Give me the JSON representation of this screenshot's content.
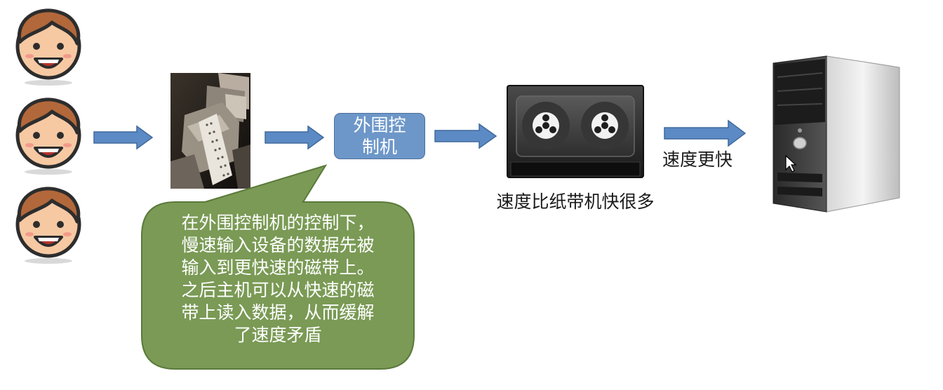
{
  "controller": {
    "line1": "外围控",
    "line2": "制机"
  },
  "bubble": {
    "lines": [
      "在外围控制机的控制下，",
      "慢速输入设备的数据先被",
      "输入到更快速的磁带上。",
      "之后主机可以从快速的磁",
      "带上读入数据，从而缓解",
      "了速度矛盾"
    ]
  },
  "tape_label": "速度比纸带机快很多",
  "faster_label": "速度更快",
  "icons": {
    "users": [
      "person-face-icon",
      "person-face-icon",
      "person-face-icon"
    ],
    "input_device": "tape-printer-photo",
    "storage": "magnetic-tape-icon",
    "host": "computer-tower-icon"
  },
  "colors": {
    "arrow": "#5b8ac4",
    "controller": "#6d97c9",
    "bubble": "#7a9a55"
  }
}
